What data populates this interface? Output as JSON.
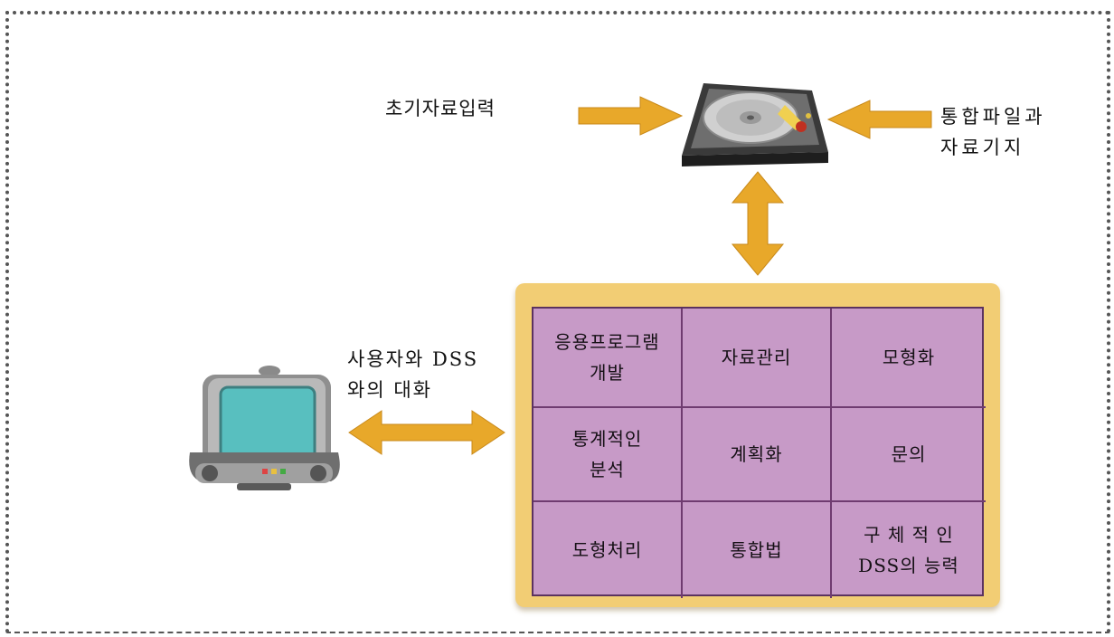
{
  "diagram": {
    "labels": {
      "initial_input": "초기자료입력",
      "integrated_files_line1": "통합파일과",
      "integrated_files_line2": "자료기지",
      "user_dialog_line1": "사용자와 DSS",
      "user_dialog_line2": "와의 대화"
    },
    "grid": [
      [
        "응용프로그램",
        "개발"
      ],
      [
        "자료관리"
      ],
      [
        "모형화"
      ],
      [
        "통계적인",
        "분석"
      ],
      [
        "계획화"
      ],
      [
        "문의"
      ],
      [
        "도형처리"
      ],
      [
        "통합법"
      ],
      [
        "구 체 적 인",
        "DSS의 능력"
      ]
    ],
    "colors": {
      "arrow": "#e8a82a",
      "board": "#f2cd74",
      "grid_fill": "#c79ac7",
      "grid_line": "#6f3c70"
    },
    "icons": [
      "hard-disk-icon",
      "computer-monitor-icon"
    ]
  }
}
